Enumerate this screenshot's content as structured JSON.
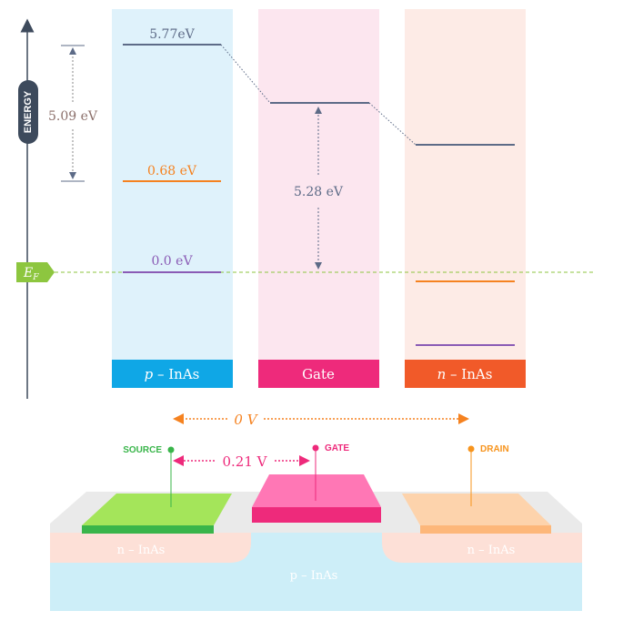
{
  "axis": {
    "label": "ENERGY"
  },
  "fermi": {
    "label": "E",
    "subscript": "F"
  },
  "columns": [
    {
      "label_italic": "p",
      "label_rest": " – InAs",
      "bg": "#dff2fb",
      "tab": "#0fa7e6"
    },
    {
      "label_italic": "",
      "label_rest": "Gate",
      "bg": "#fce6ef",
      "tab": "#ee2a7b"
    },
    {
      "label_italic": "n",
      "label_rest": " – InAs",
      "bg": "#fdebe6",
      "tab": "#f15a29"
    }
  ],
  "levels": {
    "top": "5.77eV",
    "middle": "0.68 eV",
    "fermi": "0.0 eV"
  },
  "gaps": {
    "left": "5.09 eV",
    "gate": "5.28 eV"
  },
  "voltages": {
    "source_drain": "0 V",
    "source_gate": "0.21 V"
  },
  "terminals": {
    "source": "SOURCE",
    "gate": "GATE",
    "drain": "DRAIN"
  },
  "device": {
    "left_region": "n – InAs",
    "right_region": "n – InAs",
    "substrate": "p – InAs"
  },
  "colors": {
    "level_dark": "#5d6b87",
    "level_orange": "#f58220",
    "level_purple": "#8a5bb5",
    "fermi_green": "#8dc63f",
    "source_green": "#39b54a",
    "gate_pink": "#ee2a7b",
    "drain_orange": "#f7941d",
    "axis_pill": "#3d4a5c"
  }
}
